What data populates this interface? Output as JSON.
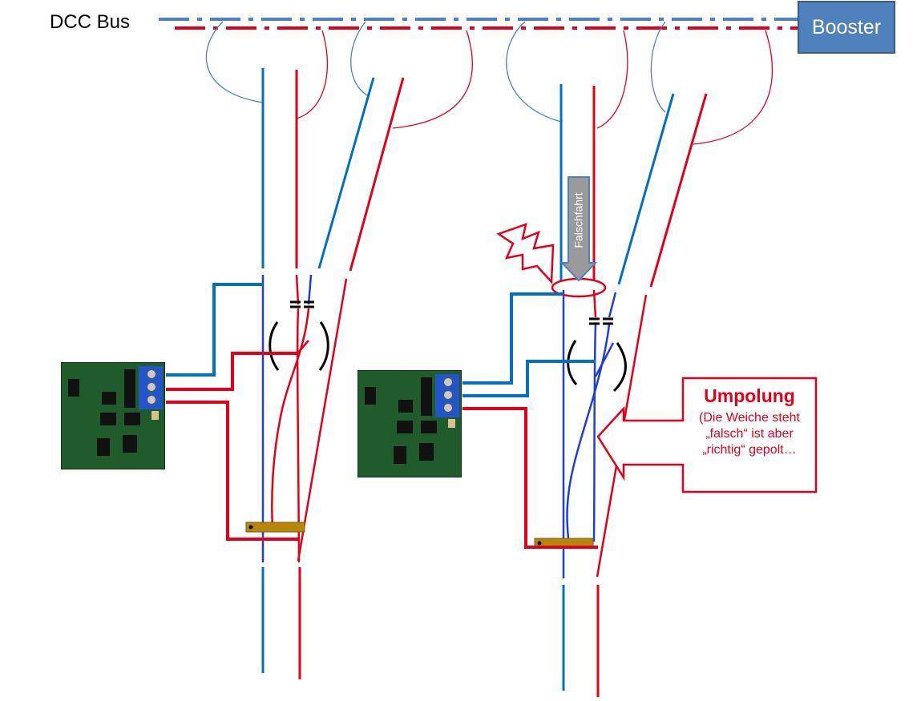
{
  "labels": {
    "dcc_bus": "DCC Bus",
    "booster": "Booster",
    "falschfahrt": "Falschfahrt",
    "umpolung_title": "Umpolung",
    "umpolung_text": "(Die Weiche steht „falsch“ ist aber „richtig“ gepolt…"
  },
  "colors": {
    "blue_rail": "#0070c0",
    "blue_rail_dark": "#1f3fd0",
    "red_rail": "#e3001b",
    "bus_blue": "#4f81bd",
    "booster_fill": "#4f81bd",
    "arrow_fill": "#9a9a9a",
    "callout_red": "#e3001b",
    "isolator": "#b8860b"
  }
}
